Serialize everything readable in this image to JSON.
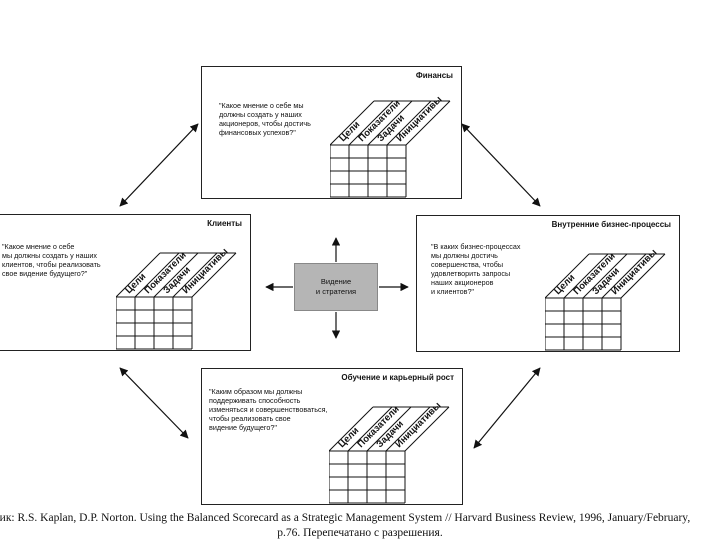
{
  "diagram": {
    "center": {
      "label": "Видение\nи стратегия"
    },
    "column_headers": [
      "Цели",
      "Показатели",
      "Задачи",
      "Инициативы"
    ],
    "panels": {
      "finance": {
        "title": "Финансы",
        "question": "\"Какое мнение о себе мы\nдолжны создать у наших\nакционеров, чтобы достичь\nфинансовых успехов?\""
      },
      "clients": {
        "title": "Клиенты",
        "question": "\"Какое мнение о себе\nмы должны создать у наших\nклиентов, чтобы реализовать\nсвое видение будущего?\""
      },
      "processes": {
        "title": "Внутренние бизнес-процессы",
        "question": "\"В каких бизнес-процессах\nмы должны достичь\nсовершенства, чтобы\nудовлетворить запросы\nнаших акционеров\nи клиентов?\""
      },
      "learning": {
        "title": "Обучение и карьерный рост",
        "question": "\"Каким образом мы должны\nподдерживать способность\nизменяться и совершенствоваться,\nчтобы реализовать свое\nвидение будущего?\""
      }
    }
  },
  "caption": {
    "line1": "Источник: R.S. Kaplan, D.P. Norton. Using the Balanced Scorecard as a Strategic Management System // Harvard Business Review, 1996, January/February,",
    "line2": "p.76. Перепечатано с разрешения."
  }
}
